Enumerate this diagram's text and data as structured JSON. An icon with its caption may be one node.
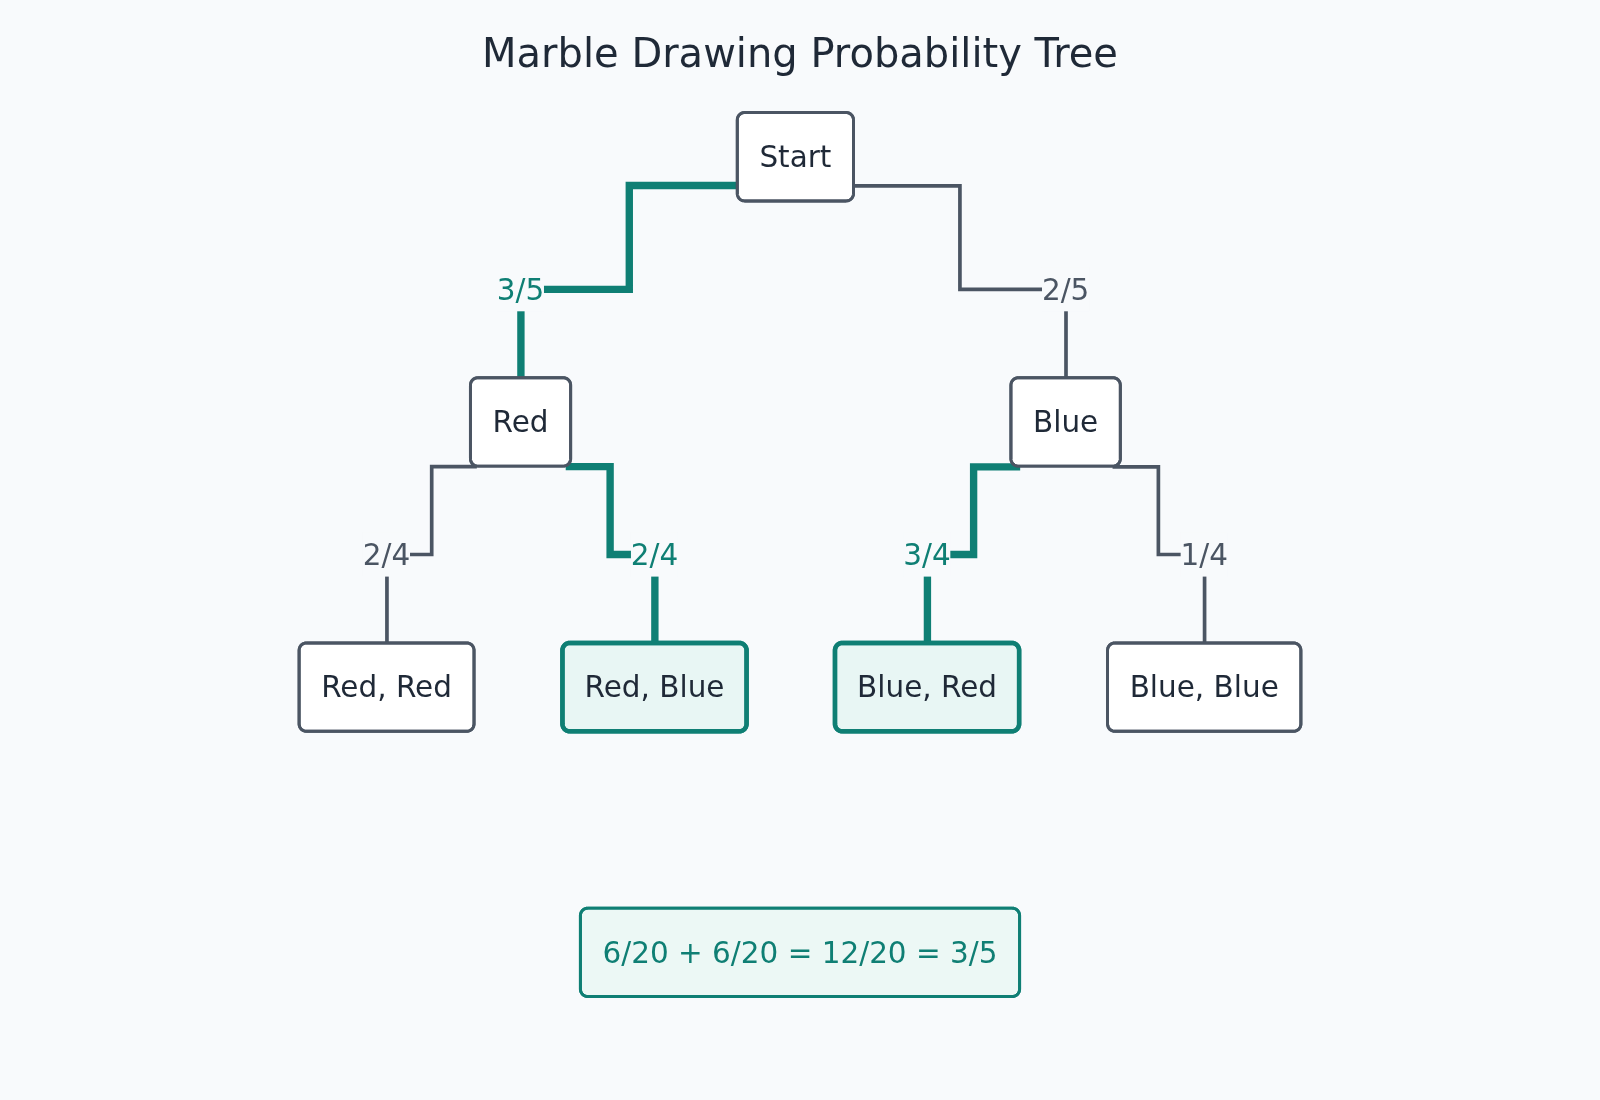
{
  "diagram": {
    "title": "Marble Drawing Probability Tree",
    "nodes": [
      {
        "text": [
          "Start"
        ]
      },
      {
        "text": [
          "Red"
        ]
      },
      {
        "text": [
          "Blue"
        ]
      },
      {
        "text": [
          "Red, Red"
        ]
      },
      {
        "text": [
          "Red, Blue"
        ]
      },
      {
        "text": [
          "Blue, Red"
        ]
      },
      {
        "text": [
          "Blue, Blue"
        ]
      },
      {
        "text": [
          "6/20 + 6/20 = 12/20 = 3/5"
        ]
      }
    ],
    "edges": [
      {
        "from": 0,
        "to": 1,
        "arrow": "none",
        "label": "3/5",
        "style": "thick",
        "color": "#0f7f74"
      },
      {
        "from": 0,
        "to": 2,
        "arrow": "none",
        "label": "2/5"
      },
      {
        "from": 1,
        "to": 3,
        "arrow": "none",
        "label": "2/4"
      },
      {
        "from": 1,
        "to": 4,
        "arrow": "none",
        "label": "2/4",
        "style": "thick",
        "color": "#0f7f74"
      },
      {
        "from": 2,
        "to": 5,
        "arrow": "none",
        "label": "3/4",
        "style": "thick",
        "color": "#0f7f74"
      },
      {
        "from": 2,
        "to": 6,
        "arrow": "none",
        "label": "1/4"
      }
    ]
  }
}
